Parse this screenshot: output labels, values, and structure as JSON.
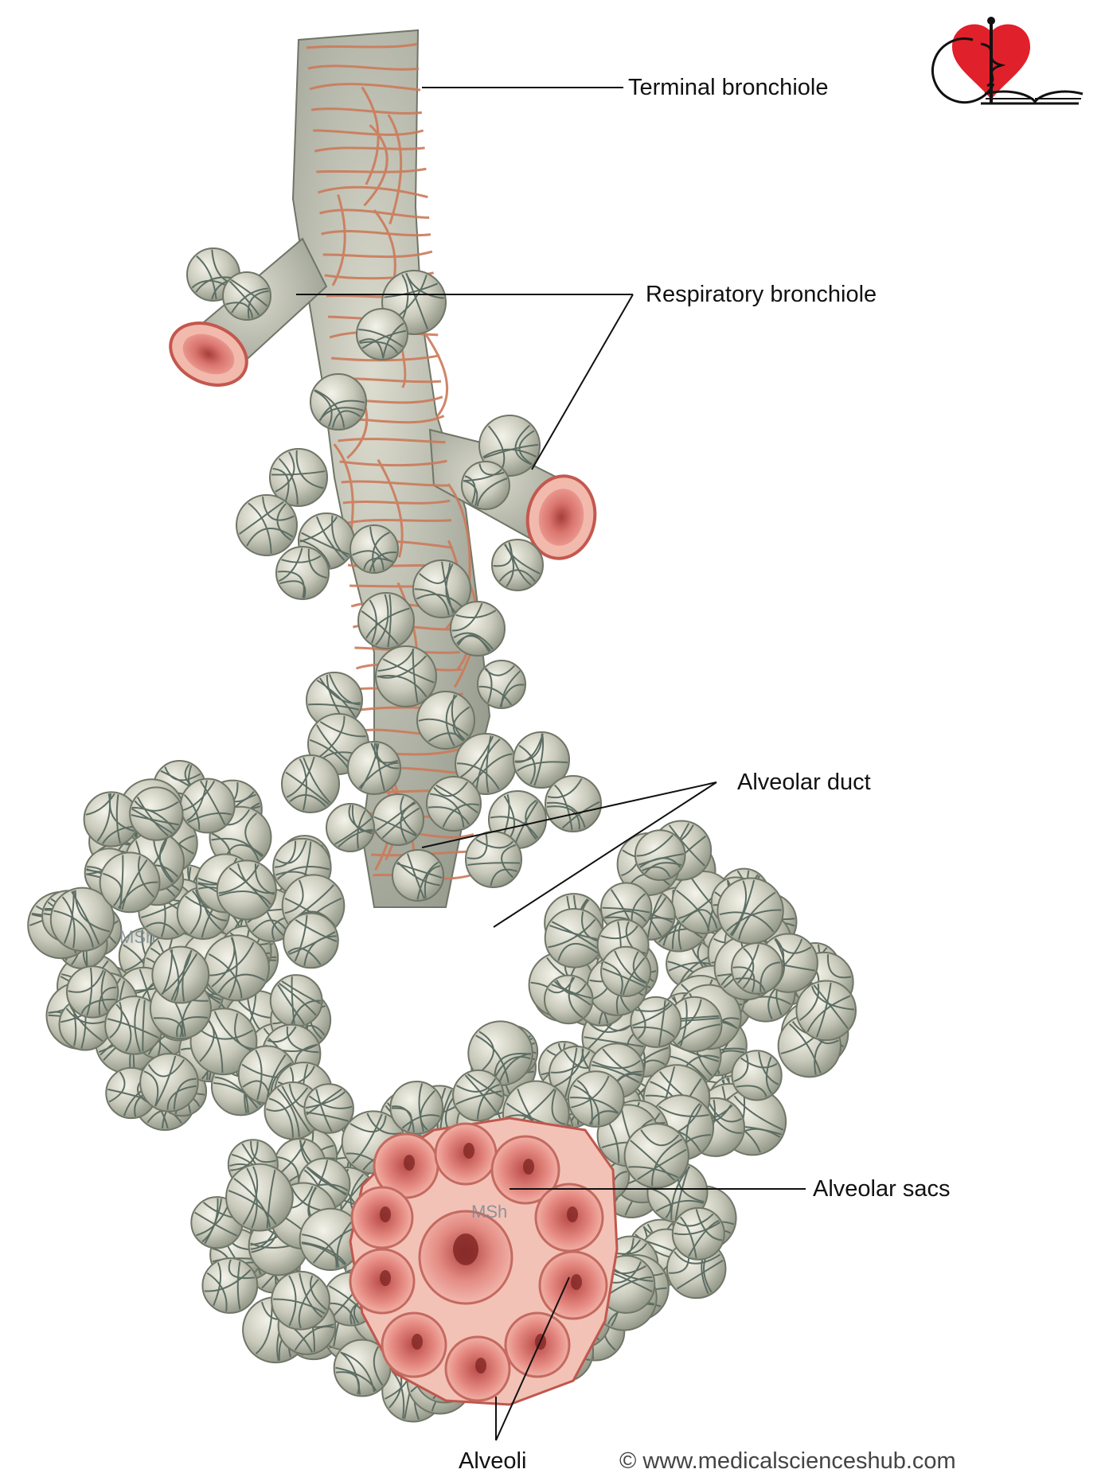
{
  "labels": {
    "terminal_bronchiole": "Terminal bronchiole",
    "respiratory_bronchiole": "Respiratory bronchiole",
    "alveolar_duct": "Alveolar duct",
    "alveolar_sacs": "Alveolar sacs",
    "alveoli": "Alveoli"
  },
  "watermark": "MSh",
  "copyright": "© www.medicalscienceshub.com",
  "colors": {
    "alveolus_fill": "#c9cabb",
    "alveolus_vein": "#5d6d63",
    "capillary": "#cc7a5a",
    "lumen": "#d9756e",
    "lumen_dark": "#a63d3a",
    "logo_heart": "#e0202a"
  },
  "logo": {
    "icon": "heart-caduceus-book-logo"
  }
}
